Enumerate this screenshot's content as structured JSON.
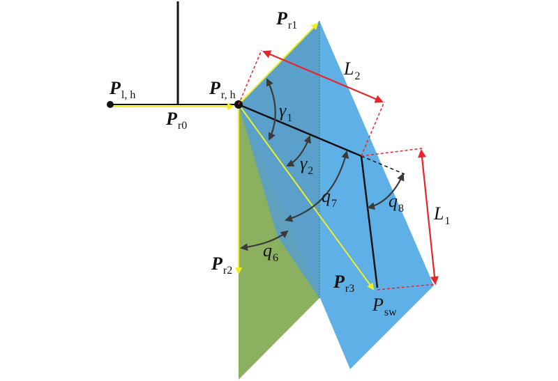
{
  "colors": {
    "green_plane": "#8bb060",
    "blue_plane": "#5fb0e6",
    "overlap": "#5a9ec8",
    "yellow_vector": "#f0f020",
    "arm": "#111111",
    "dimension": "#e8232a",
    "angle_arrow": "#3a3a3a"
  },
  "labels": {
    "p_lh": {
      "main": "P",
      "sub": "l, h"
    },
    "p_rh": {
      "main": "P",
      "sub": "r, h"
    },
    "p_r0": {
      "main": "P",
      "sub": "r0"
    },
    "p_r1": {
      "main": "P",
      "sub": "r1"
    },
    "p_r2": {
      "main": "P",
      "sub": "r2"
    },
    "p_r3": {
      "main": "P",
      "sub": "r3"
    },
    "p_sw": {
      "main": "P",
      "sub": "sw"
    },
    "l1": {
      "main": "L",
      "sub": "1"
    },
    "l2": {
      "main": "L",
      "sub": "2"
    },
    "gamma1": {
      "main": "γ",
      "sub": "1"
    },
    "gamma2": {
      "main": "γ",
      "sub": "2"
    },
    "q6": {
      "main": "q",
      "sub": "6"
    },
    "q7": {
      "main": "q",
      "sub": "7"
    },
    "q8": {
      "main": "q",
      "sub": "8"
    }
  }
}
